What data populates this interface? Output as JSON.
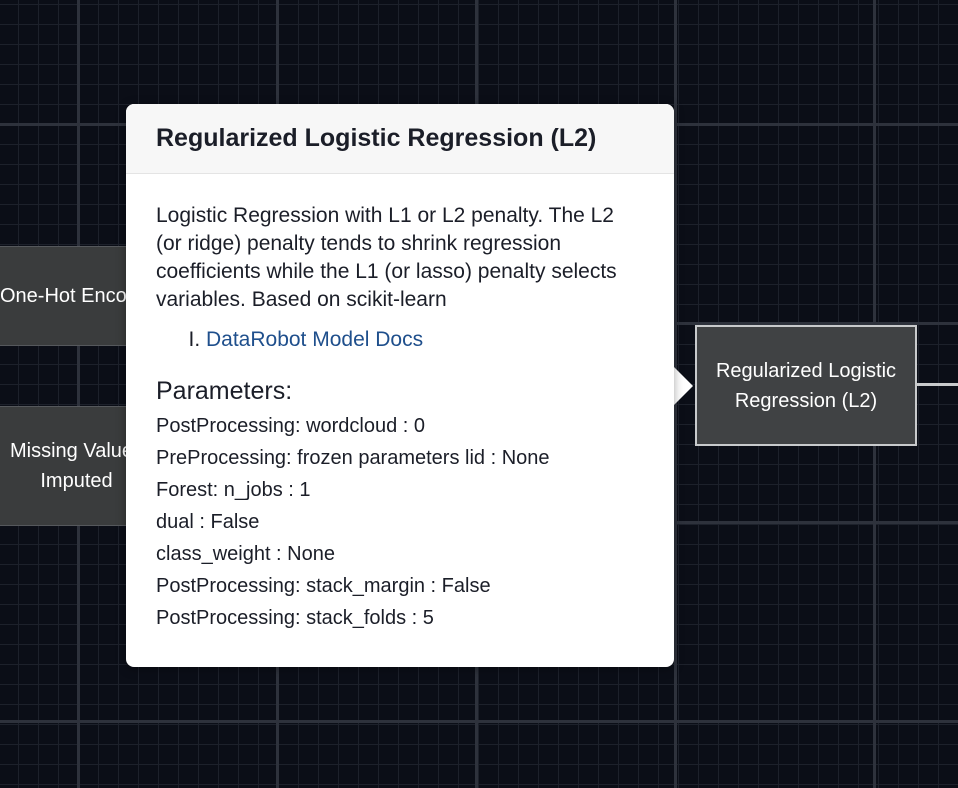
{
  "canvas": {
    "nodes": {
      "one_hot": "One-Hot Encoding",
      "missing_line1": "Missing Values",
      "missing_line2": "Imputed",
      "selected": "Regularized Logistic Regression (L2)"
    }
  },
  "popover": {
    "title": "Regularized Logistic Regression (L2)",
    "description": "Logistic Regression with L1 or L2 penalty. The L2 (or ridge) penalty tends to shrink regression coefficients while the L1 (or lasso) penalty selects variables. Based on scikit-learn",
    "doc_link": "DataRobot Model Docs",
    "parameters_heading": "Parameters:",
    "parameters": [
      "PostProcessing: wordcloud : 0",
      "PreProcessing: frozen parameters lid : None",
      "Forest: n_jobs : 1",
      "dual : False",
      "class_weight : None",
      "PostProcessing: stack_margin : False",
      "PostProcessing: stack_folds : 5"
    ]
  },
  "colors": {
    "canvas_background": "#0b0e17",
    "node_background": "#3a3c3d",
    "selected_border": "#c8cacc",
    "link": "#1f4f8c"
  }
}
